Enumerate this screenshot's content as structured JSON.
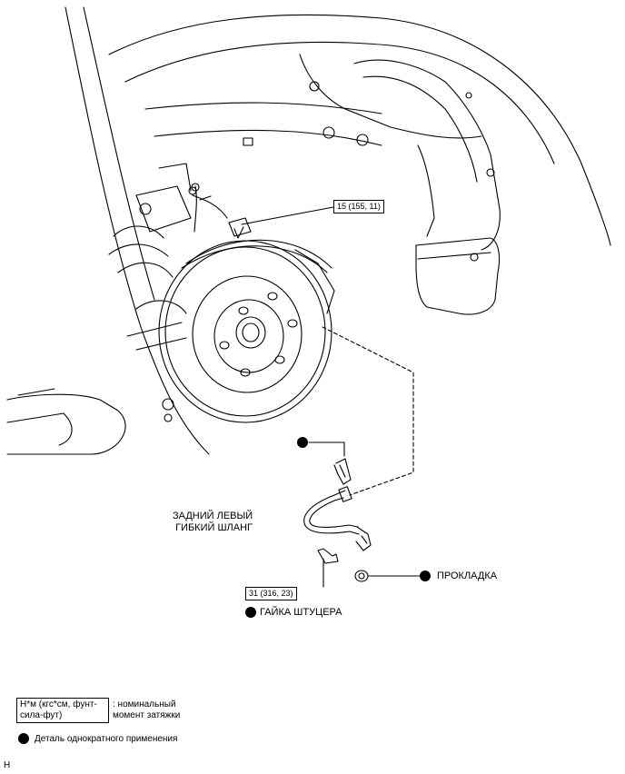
{
  "callouts": {
    "torque_bracket": "15 (155, 11)",
    "torque_union_nut": "31 (316, 23)"
  },
  "labels": {
    "hose": [
      "ЗАДНИЙ ЛЕВЫЙ",
      "ГИБКИЙ ШЛАНГ"
    ],
    "gasket": "ПРОКЛАДКА",
    "union_nut": "ГАЙКА ШТУЦЕРА"
  },
  "legend": {
    "torque_units": "Н*м (кгс*см, фунт-сила-фут)",
    "torque_desc": ": номинальный момент затяжки",
    "single_use": "Деталь однократного применения"
  },
  "corner_mark": "H",
  "colors": {
    "line": "#000000",
    "background": "#ffffff"
  },
  "icons": {
    "single_use_marker": "filled-circle-icon"
  }
}
